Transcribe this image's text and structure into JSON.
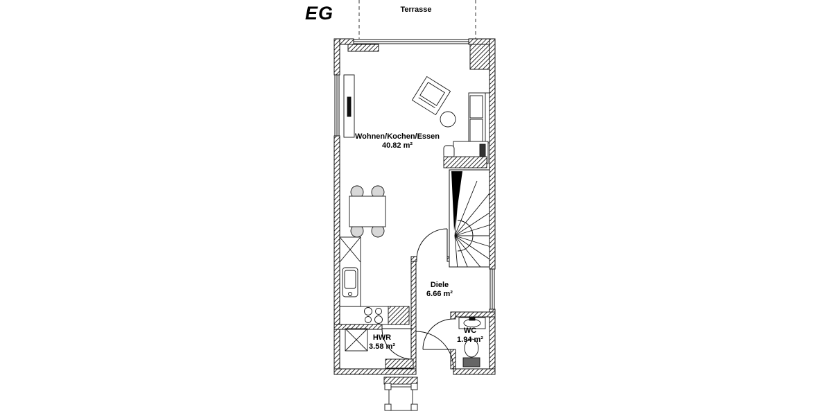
{
  "title": "EG",
  "terrace": {
    "label": "Terrasse"
  },
  "rooms": [
    {
      "id": "wohnen",
      "name": "Wohnen/Kochen/Essen",
      "area": "40.82 m²"
    },
    {
      "id": "diele",
      "name": "Diele",
      "area": "6.66 m²"
    },
    {
      "id": "hwr",
      "name": "HWR",
      "area": "3.58 m²"
    },
    {
      "id": "wc",
      "name": "WC",
      "area": "1.94 m²"
    }
  ],
  "colors": {
    "ink": "#111111",
    "background": "#ffffff"
  }
}
